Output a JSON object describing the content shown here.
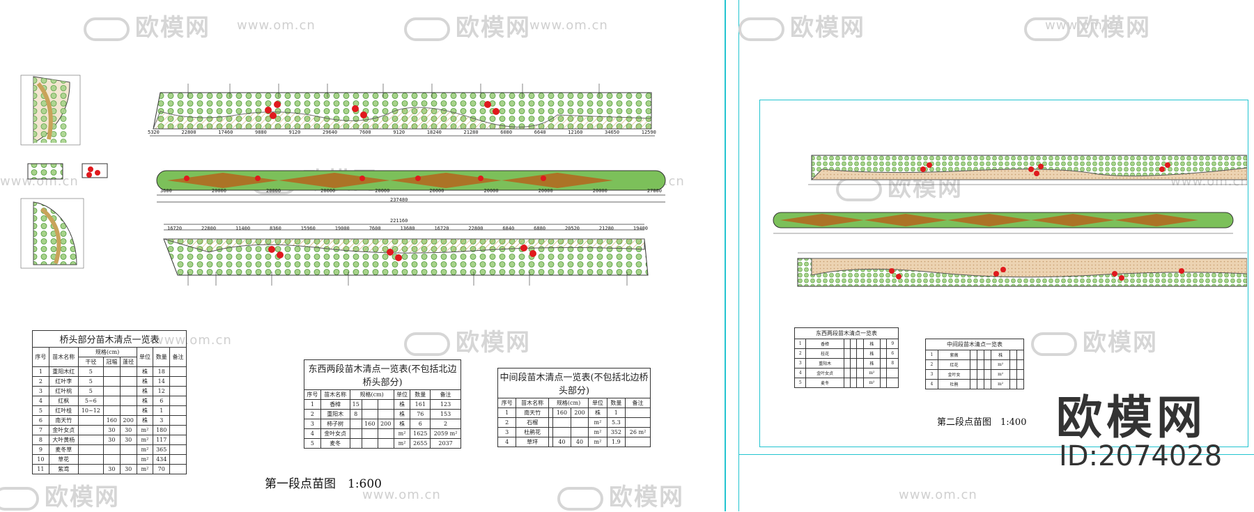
{
  "watermark": {
    "brand": "欧模网",
    "url": "www.om.cn"
  },
  "left_panel": {
    "title": "第一段点苗图　1:600",
    "table1": {
      "caption": "桥头部分苗木清点一览表",
      "headers": [
        "序号",
        "苗木名称",
        "规格(cm)",
        "",
        "",
        "单位",
        "数量",
        "备注"
      ],
      "subheaders": [
        "",
        "",
        "干径",
        "冠幅",
        "蓬径",
        "",
        "",
        ""
      ],
      "rows": [
        [
          "1",
          "重阳木红",
          "5",
          "",
          "",
          "株",
          "18",
          ""
        ],
        [
          "2",
          "红叶李",
          "5",
          "",
          "",
          "株",
          "14",
          ""
        ],
        [
          "3",
          "红叶桃",
          "5",
          "",
          "",
          "株",
          "12",
          ""
        ],
        [
          "4",
          "红枫",
          "5~6",
          "",
          "",
          "株",
          "6",
          ""
        ],
        [
          "5",
          "红叶桂",
          "10~12",
          "",
          "",
          "株",
          "1",
          ""
        ],
        [
          "6",
          "南天竹",
          "",
          "160",
          "200",
          "株",
          "3",
          ""
        ],
        [
          "7",
          "金叶女贞",
          "",
          "30",
          "30",
          "m²",
          "180",
          ""
        ],
        [
          "8",
          "大叶黄杨",
          "",
          "30",
          "30",
          "m²",
          "117",
          ""
        ],
        [
          "9",
          "麦冬草",
          "",
          "",
          "",
          "m²",
          "365",
          ""
        ],
        [
          "10",
          "草花",
          "",
          "",
          "",
          "m²",
          "434",
          ""
        ],
        [
          "11",
          "紫鸢",
          "",
          "30",
          "30",
          "m²",
          "70",
          ""
        ]
      ]
    },
    "table2": {
      "caption": "东西两段苗木清点一览表(不包括北边桥头部分)",
      "headers": [
        "序号",
        "苗木名称",
        "规格(cm)",
        "",
        "",
        "单位",
        "数量",
        "备注"
      ],
      "rows": [
        [
          "1",
          "香樟",
          "15",
          "",
          "",
          "株",
          "161",
          "123"
        ],
        [
          "2",
          "重阳木",
          "8",
          "",
          "",
          "株",
          "76",
          "153"
        ],
        [
          "3",
          "柿子树",
          "",
          "160",
          "200",
          "株",
          "6",
          "2"
        ],
        [
          "4",
          "金叶女贞",
          "",
          "",
          "",
          "m²",
          "1625",
          "2059 m²"
        ],
        [
          "5",
          "麦冬",
          "",
          "",
          "",
          "m²",
          "2655",
          "2037"
        ]
      ]
    },
    "table3": {
      "caption": "中间段苗木清点一览表(不包括北边桥头部分)",
      "headers": [
        "序号",
        "苗木名称",
        "规格(cm)",
        "",
        "",
        "单位",
        "数量",
        "备注"
      ],
      "rows": [
        [
          "1",
          "南天竹",
          "",
          "160",
          "200",
          "株",
          "1",
          ""
        ],
        [
          "2",
          "石榴",
          "",
          "",
          "",
          "m²",
          "5.3",
          ""
        ],
        [
          "3",
          "杜鹃花",
          "",
          "",
          "",
          "m²",
          "352",
          "26 m²"
        ],
        [
          "4",
          "草坪",
          "",
          "40",
          "40",
          "m²",
          "1.9",
          ""
        ]
      ]
    },
    "dims_row1": [
      "5320",
      "22800",
      "17460",
      "9880",
      "9120",
      "29640",
      "7600",
      "9120",
      "18240",
      "21280",
      "6080",
      "6640",
      "12160",
      "34650",
      "12590"
    ],
    "dims_row2": [
      "3600",
      "20000",
      "20000",
      "20000",
      "20000",
      "20000",
      "20000",
      "20000",
      "20000",
      "27800"
    ],
    "dims_total2": "237480",
    "dims_row3_top": "221160",
    "dims_row3": [
      "16720",
      "22800",
      "11400",
      "8360",
      "15960",
      "19000",
      "7600",
      "13680",
      "16720",
      "22800",
      "6840",
      "6880",
      "20520",
      "21280",
      "19400"
    ]
  },
  "right_panel": {
    "title": "第二段点苗图　1:400",
    "table4": {
      "caption": "东西两段苗木清点一览表",
      "rows": [
        [
          "1",
          "香樟",
          "",
          "",
          "",
          "株",
          "",
          "9"
        ],
        [
          "2",
          "桂花",
          "",
          "",
          "",
          "株",
          "",
          "6"
        ],
        [
          "3",
          "重阳木",
          "",
          "",
          "",
          "株",
          "",
          "8"
        ],
        [
          "4",
          "金叶女贞",
          "",
          "",
          "",
          "m²",
          "",
          ""
        ],
        [
          "5",
          "麦冬",
          "",
          "",
          "",
          "m²",
          "",
          ""
        ]
      ]
    },
    "table5": {
      "caption": "中间段苗木清点一览表",
      "rows": [
        [
          "1",
          "紫薇",
          "",
          "",
          "",
          "株",
          "",
          ""
        ],
        [
          "2",
          "红花",
          "",
          "",
          "",
          "m²",
          "",
          ""
        ],
        [
          "3",
          "金叶女",
          "",
          "",
          "",
          "m²",
          "",
          ""
        ],
        [
          "4",
          "杜鹃",
          "",
          "",
          "",
          "m²",
          "",
          ""
        ]
      ]
    }
  },
  "logo": {
    "name": "欧模网",
    "id": "ID:2074028"
  },
  "colors": {
    "cyan": "#22c4d0",
    "hedge": "#6ab04c",
    "tree": "#8cc46a",
    "red": "#e0191d",
    "brown": "#b5651d",
    "tan": "#e3c9a6"
  }
}
